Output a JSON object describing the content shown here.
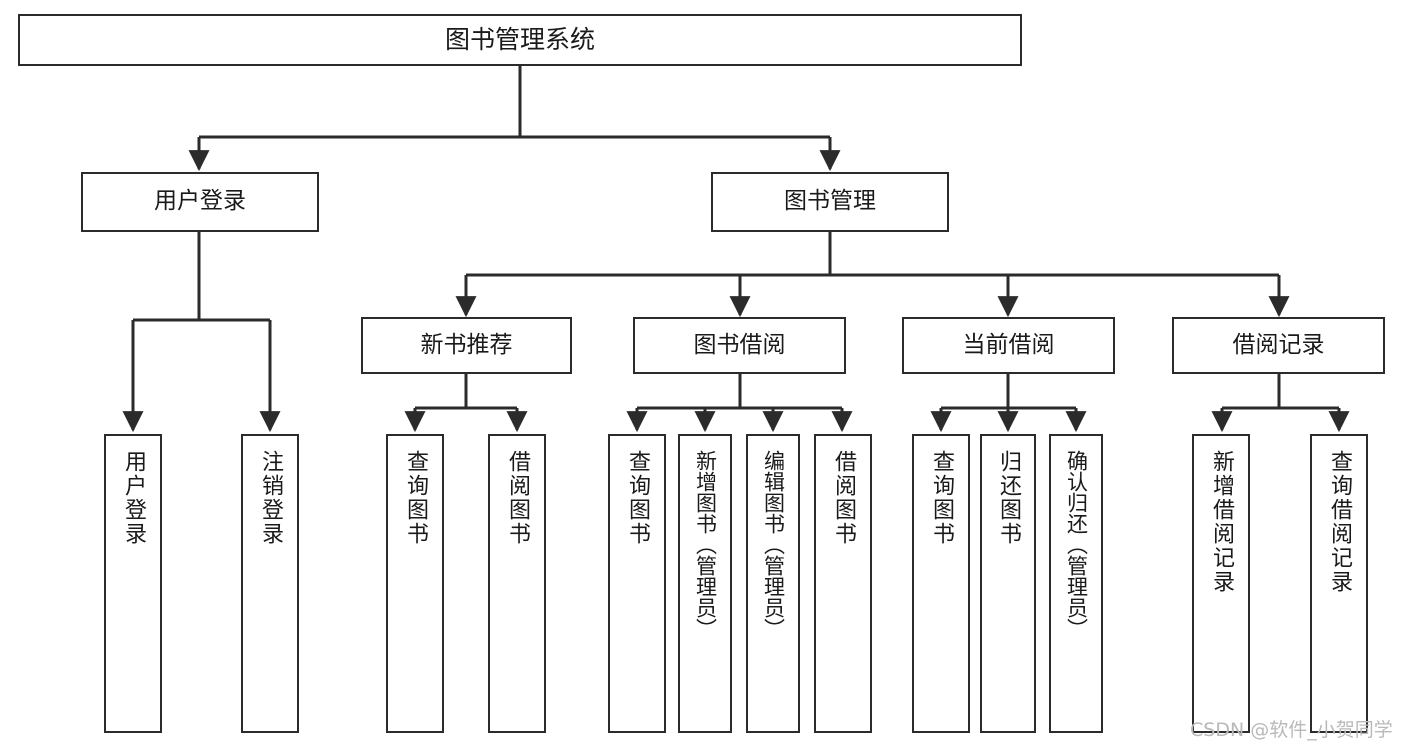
{
  "diagram": {
    "title": "图书管理系统",
    "type": "tree-hierarchy",
    "root": {
      "label": "图书管理系统"
    },
    "level1": [
      {
        "key": "user_login",
        "label": "用户登录"
      },
      {
        "key": "book_manage",
        "label": "图书管理"
      }
    ],
    "level2": [
      {
        "key": "new_book_rec",
        "label": "新书推荐",
        "parent": "book_manage"
      },
      {
        "key": "book_borrow",
        "label": "图书借阅",
        "parent": "book_manage"
      },
      {
        "key": "current_borrow",
        "label": "当前借阅",
        "parent": "book_manage"
      },
      {
        "key": "borrow_record",
        "label": "借阅记录",
        "parent": "book_manage"
      }
    ],
    "leaves": [
      {
        "key": "leaf_user_login",
        "label": "用户登录",
        "parent": "user_login"
      },
      {
        "key": "leaf_logout",
        "label": "注销登录",
        "parent": "user_login"
      },
      {
        "key": "leaf_query_book_a",
        "label": "查询图书",
        "parent": "new_book_rec"
      },
      {
        "key": "leaf_borrow_book_a",
        "label": "借阅图书",
        "parent": "new_book_rec"
      },
      {
        "key": "leaf_query_book_b",
        "label": "查询图书",
        "parent": "book_borrow"
      },
      {
        "key": "leaf_add_book",
        "label": "新增图书（管理员）",
        "parent": "book_borrow"
      },
      {
        "key": "leaf_edit_book",
        "label": "编辑图书（管理员）",
        "parent": "book_borrow"
      },
      {
        "key": "leaf_borrow_book_b",
        "label": "借阅图书",
        "parent": "book_borrow"
      },
      {
        "key": "leaf_query_book_c",
        "label": "查询图书",
        "parent": "current_borrow"
      },
      {
        "key": "leaf_return_book",
        "label": "归还图书",
        "parent": "current_borrow"
      },
      {
        "key": "leaf_confirm_return",
        "label": "确认归还（管理员）",
        "parent": "current_borrow"
      },
      {
        "key": "leaf_add_record",
        "label": "新增借阅记录",
        "parent": "borrow_record"
      },
      {
        "key": "leaf_query_record",
        "label": "查询借阅记录",
        "parent": "borrow_record"
      }
    ]
  },
  "watermark": {
    "text": "CSDN @软件_小贺同学"
  },
  "colors": {
    "stroke": "#2b2b2b",
    "background": "#ffffff",
    "text": "#1a1a1a",
    "watermark": "#b9b9b9"
  }
}
